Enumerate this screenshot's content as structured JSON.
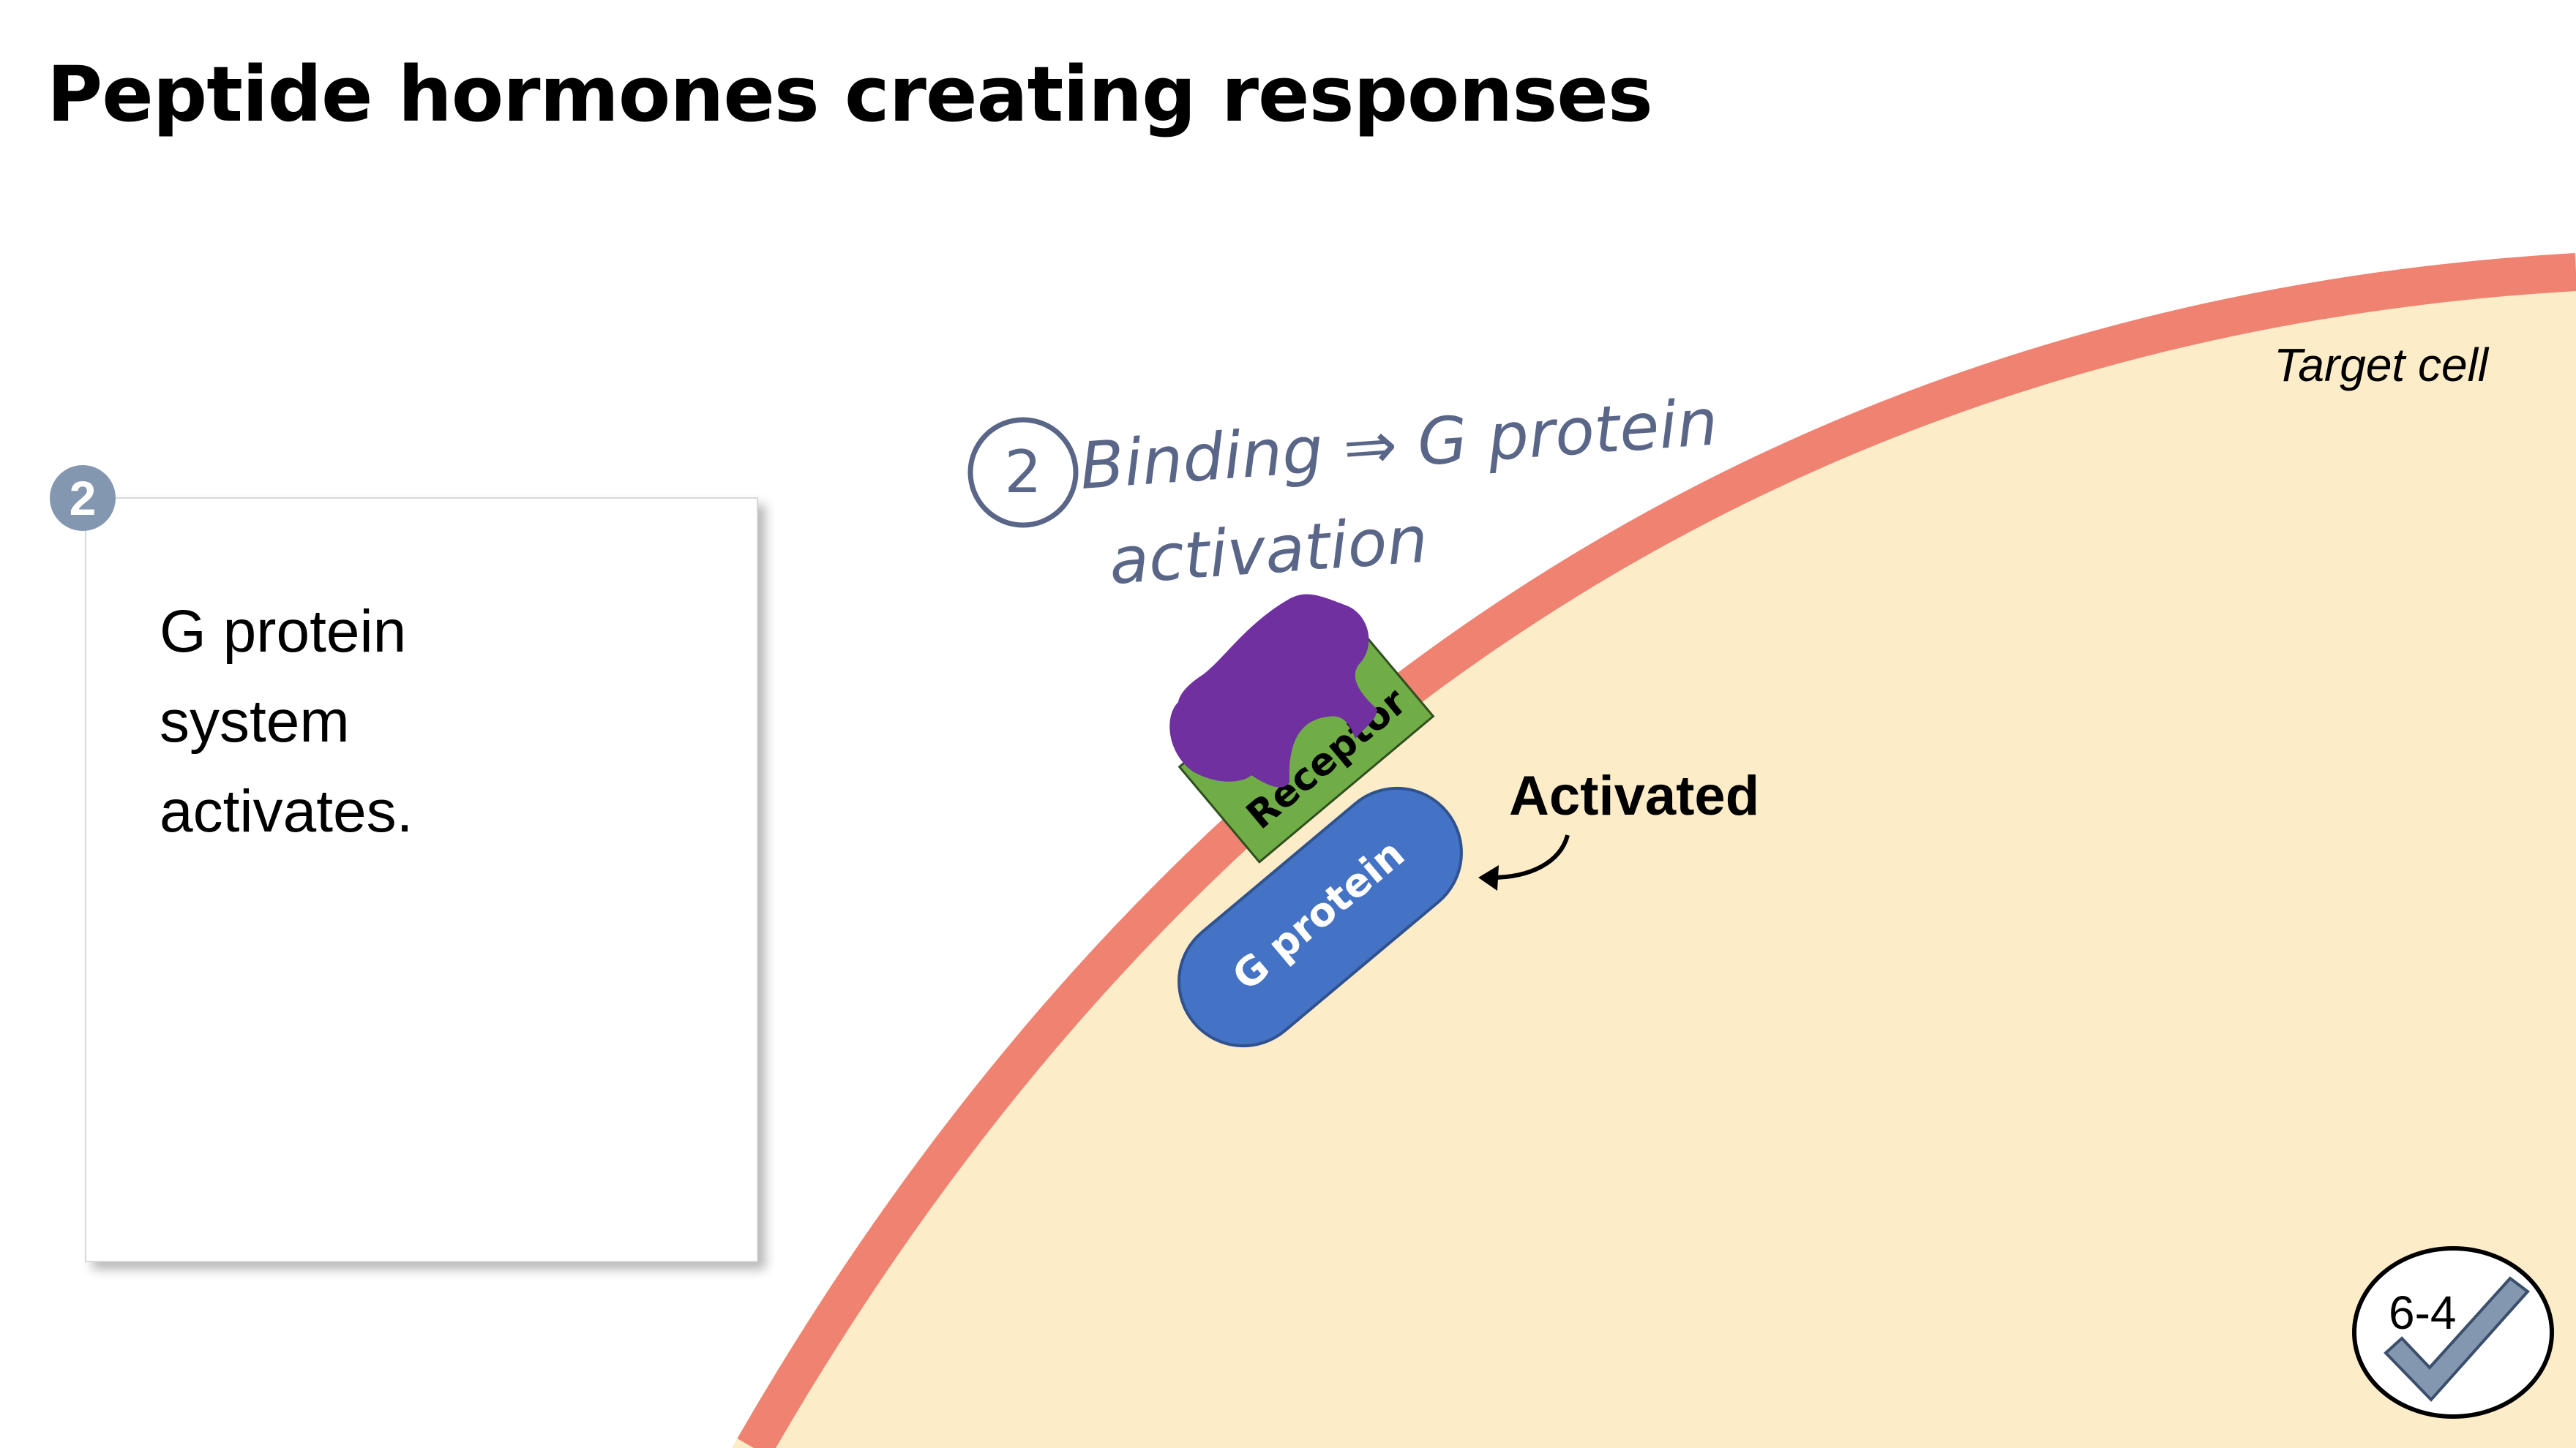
{
  "slide": {
    "title": "Peptide hormones creating responses"
  },
  "step_card": {
    "number": "2",
    "text": "G protein system activates."
  },
  "diagram": {
    "cell_label": "Target cell",
    "receptor_label": "Receptor",
    "g_protein_label": "G protein",
    "activated_label": "Activated",
    "handwritten_note": {
      "step": "2",
      "line1": "Binding ⇒ G protein",
      "line2": "activation"
    }
  },
  "badge": {
    "text": "6-4"
  },
  "colors": {
    "cytoplasm": "#fdecc8",
    "membrane": "#f08272",
    "receptor": "#70ad47",
    "hormone": "#7030a0",
    "g_protein": "#4472c4",
    "step_badge": "#8497b0",
    "handwriting": "#5a6688",
    "checkmark": "#8497b0"
  },
  "icons": {
    "step_badge": "circle-number-icon",
    "arrow": "curved-arrow-icon",
    "progress": "checkmark-icon"
  }
}
